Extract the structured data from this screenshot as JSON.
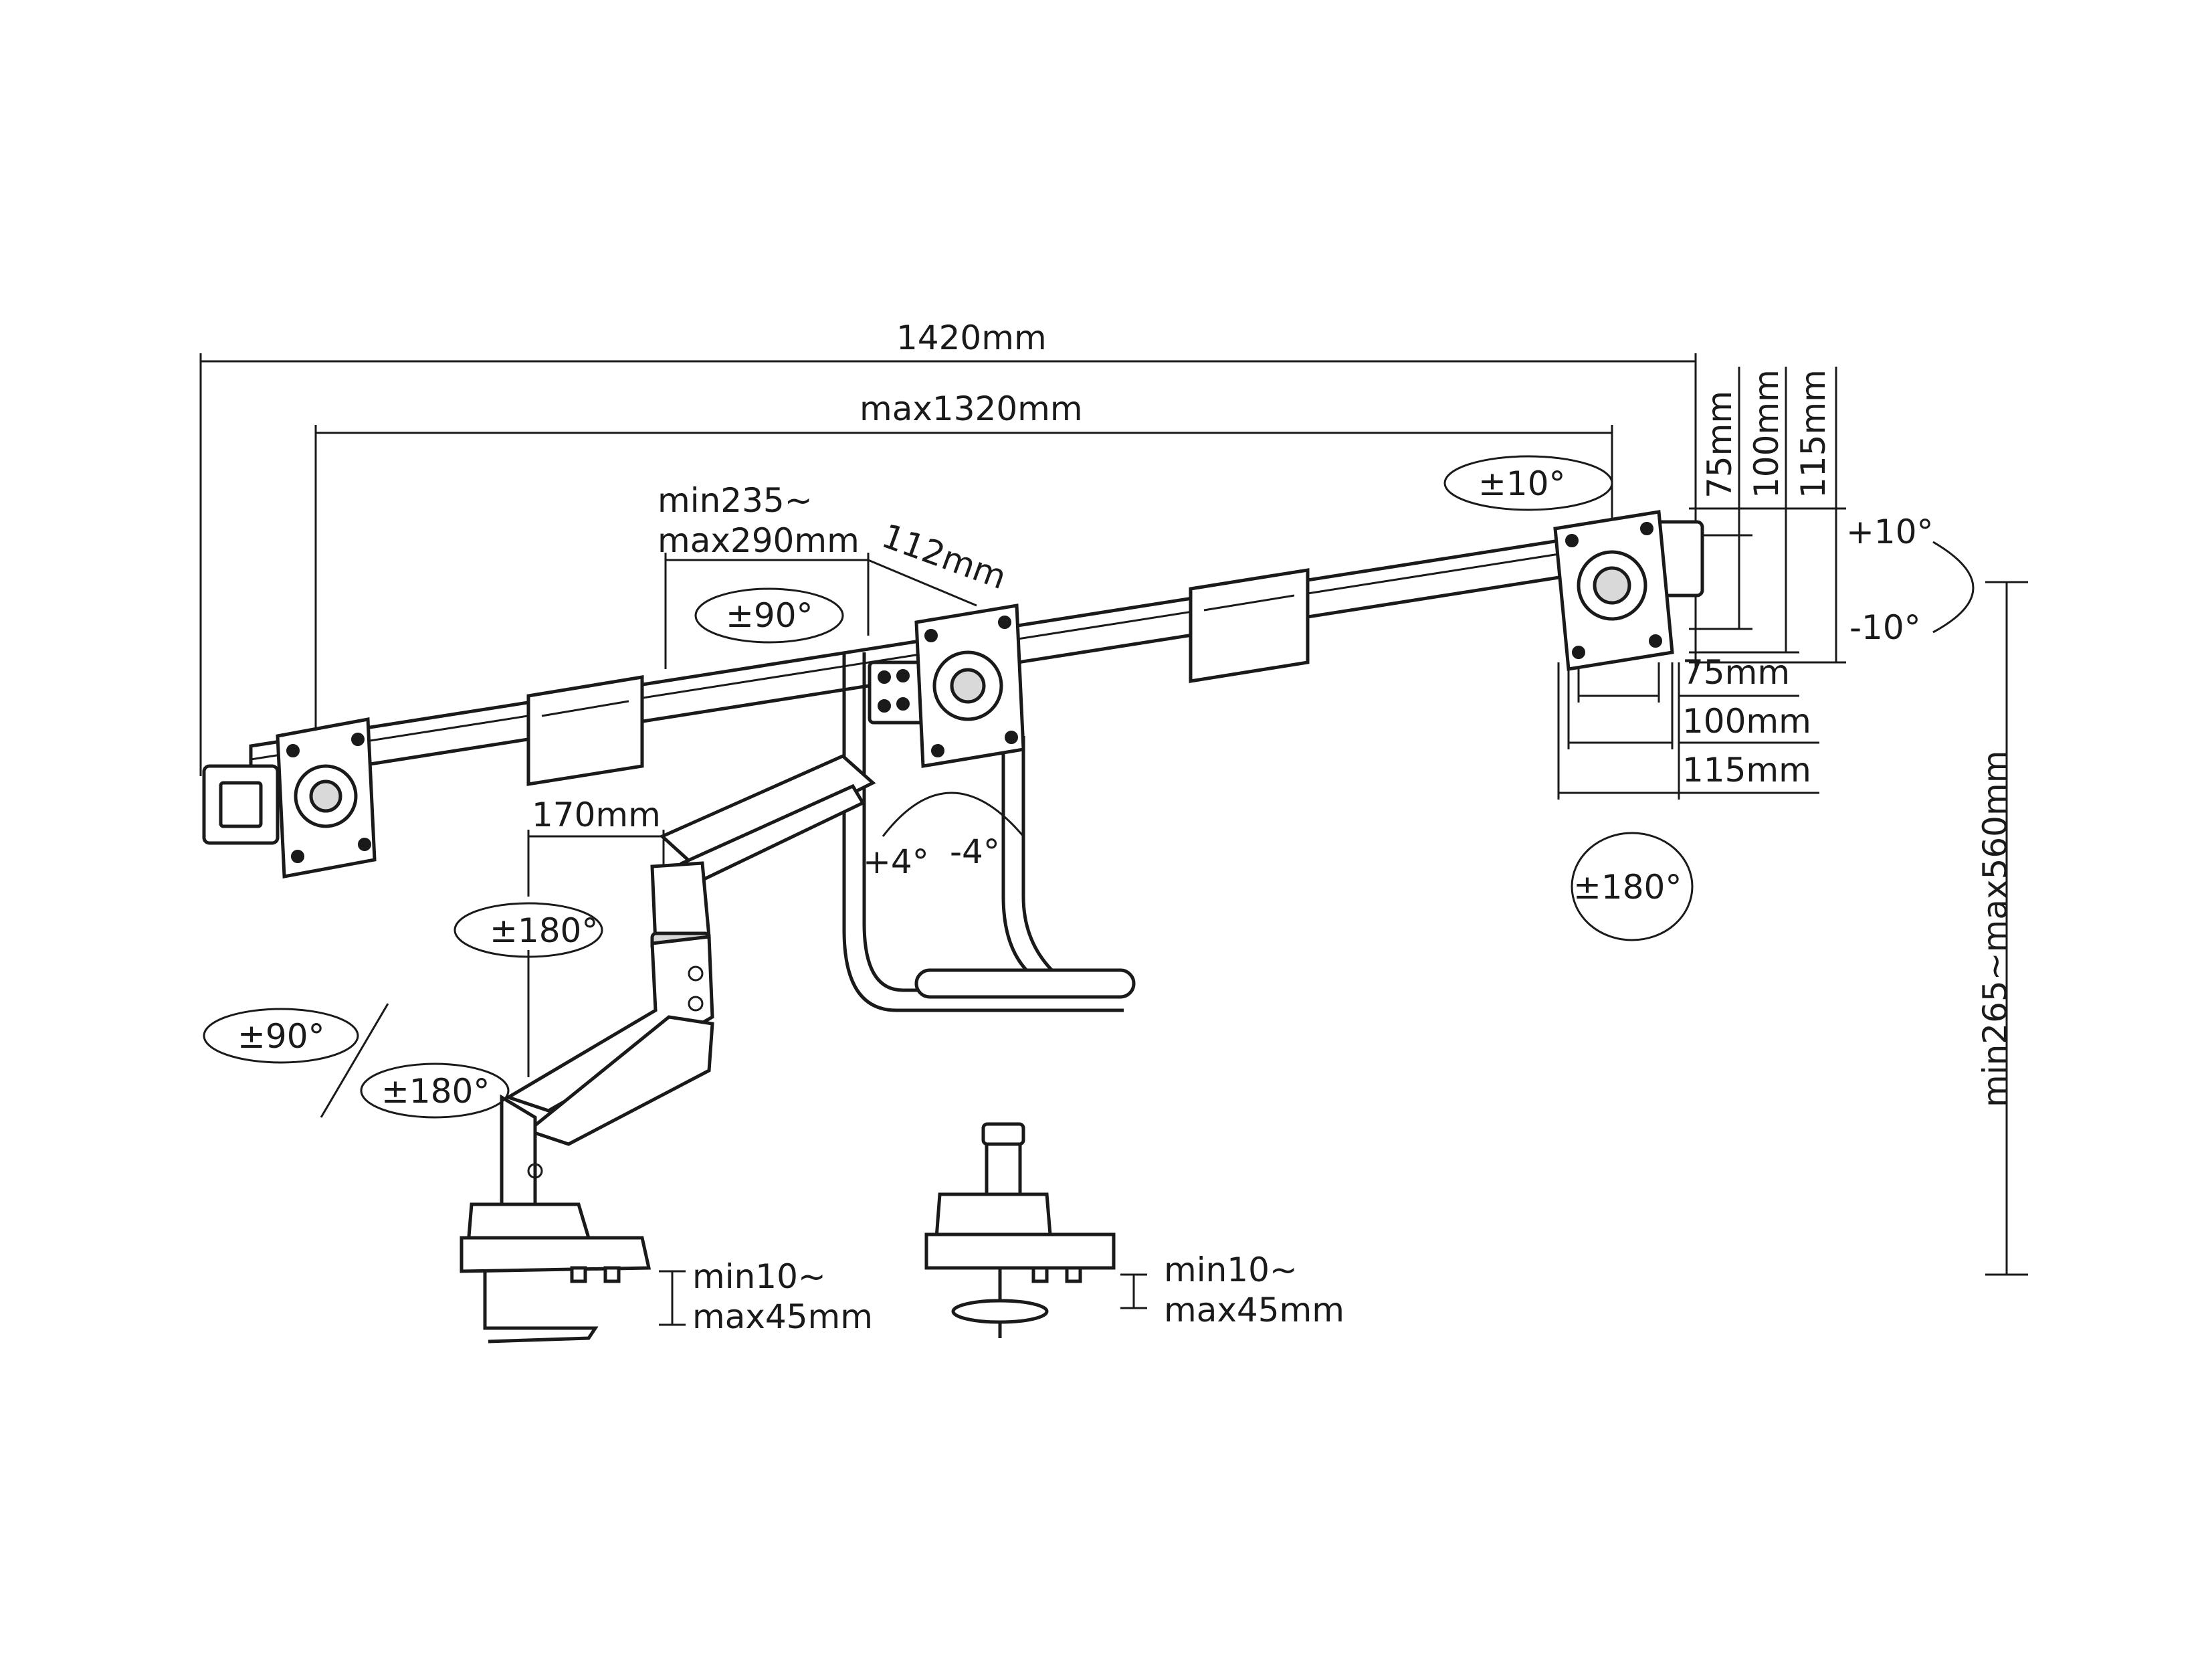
{
  "dimensions": {
    "overall_width": "1420mm",
    "max_width": "max1320mm",
    "arm_length_min": "min235~",
    "arm_length_max": "max290mm",
    "center_offset": "112mm",
    "arm_reach": "170mm",
    "height_range": "min265~max560mm",
    "clamp_a_min": "min10~",
    "clamp_a_max": "max45mm",
    "clamp_b_min": "min10~",
    "clamp_b_max": "max45mm"
  },
  "vesa": {
    "v75": "75mm",
    "v100": "100mm",
    "v115": "115mm",
    "h75": "75mm",
    "h100": "100mm",
    "h115": "115mm"
  },
  "rotations": {
    "tilt_right": "±10°",
    "tilt_up": "+10°",
    "tilt_down": "-10°",
    "swivel_mid": "±90°",
    "center_plus": "+4°",
    "center_minus": "-4°",
    "rotate_right": "±180°",
    "arm_swivel": "±180°",
    "base_rotate": "±90°",
    "base_swivel": "±180°"
  }
}
